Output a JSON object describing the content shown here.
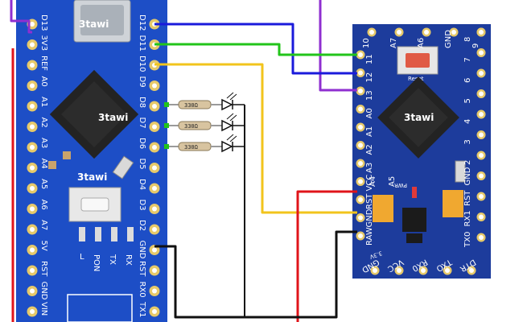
{
  "watermark": "3tawi",
  "nano": {
    "right_pins": [
      "D12",
      "D11",
      "D10",
      "D9",
      "D8",
      "D7",
      "D6",
      "D5",
      "D4",
      "D3",
      "D2",
      "GND",
      "RST",
      "RX0",
      "TX1"
    ],
    "left_pins": [
      "D13",
      "3V3",
      "REF",
      "A0",
      "A1",
      "A2",
      "A3",
      "A4",
      "A5",
      "A6",
      "A7",
      "5V",
      "RST",
      "GND",
      "VIN"
    ],
    "leds": [
      "L",
      "PON",
      "TX",
      "RX"
    ]
  },
  "resistors": [
    "330Ω",
    "330Ω",
    "330Ω"
  ],
  "promini": {
    "top_pins": [
      "10",
      "A7",
      "A6",
      "GND",
      "9"
    ],
    "left_pins": [
      "11",
      "12",
      "13",
      "A0",
      "A1",
      "A2",
      "A3",
      "VCC",
      "RST",
      "GND",
      "RAW"
    ],
    "left_pin_dup": [
      "A4",
      "A5"
    ],
    "right_pins": [
      "8",
      "7",
      "6",
      "5",
      "4",
      "3",
      "2",
      "GND",
      "RST",
      "RX1",
      "TX0"
    ],
    "bottom_pins": [
      "GND",
      "VCC",
      "RX0",
      "TXO",
      "DTR"
    ],
    "reset_label": "Reset",
    "pwr_label": "PWR",
    "mode_label": "3.3V"
  },
  "colors": {
    "board_nano": "#1d4ec6",
    "board_promini": "#1d3c9c",
    "wire_purple": "#8f2fd0",
    "wire_blue": "#1a1adb",
    "wire_green": "#22c41a",
    "wire_yellow": "#f2c41c",
    "wire_red": "#e0141a",
    "wire_black": "#111111"
  }
}
